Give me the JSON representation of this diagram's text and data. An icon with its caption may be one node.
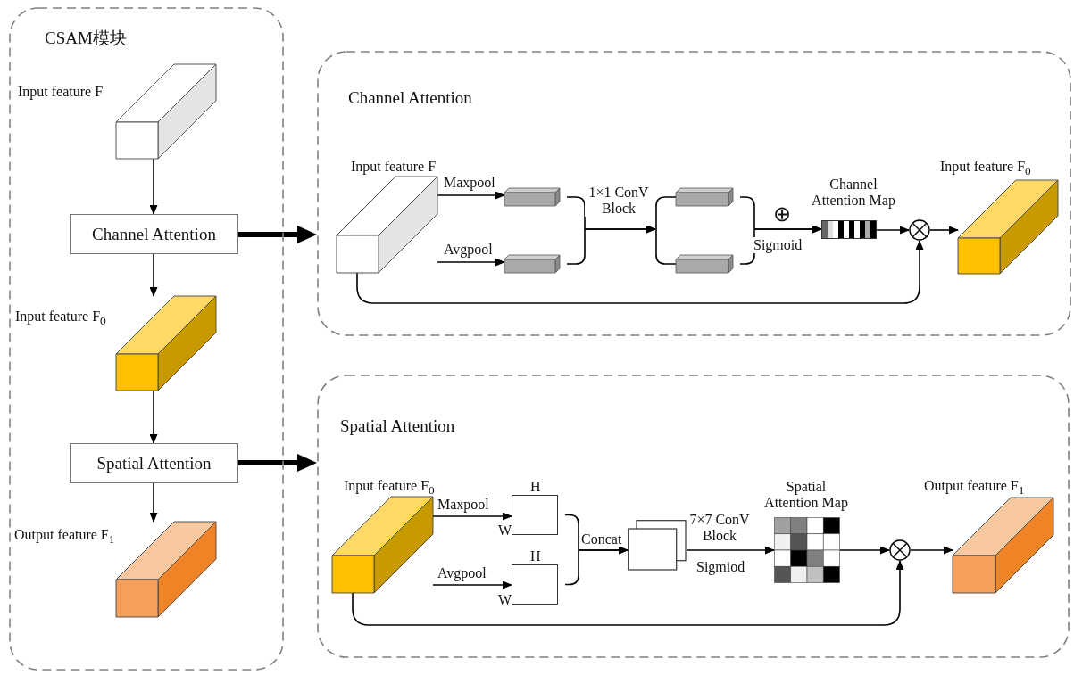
{
  "diagram": {
    "nodes": [
      {
        "text": [
          "CSAM模块"
        ]
      },
      {
        "text": [
          "Input feature F"
        ],
        "in": 0
      },
      {
        "text": [
          "Channel Attention"
        ],
        "in": 0
      },
      {
        "text": [
          "Input feature F$_{0}$"
        ],
        "in": 0
      },
      {
        "text": [
          "Spatial Attention"
        ],
        "in": 0
      },
      {
        "text": [
          "Output feature F$_{1}$"
        ],
        "in": 0
      },
      {
        "text": [
          "Channel Attention"
        ]
      },
      {
        "text": [
          "Input feature F"
        ],
        "in": 6
      },
      {
        "text": [],
        "shape": "bar",
        "in": 6
      },
      {
        "text": [],
        "shape": "bar",
        "in": 6
      },
      {
        "text": [],
        "shape": "bar",
        "in": 6
      },
      {
        "text": [],
        "shape": "bar",
        "in": 6
      },
      {
        "text": [
          "Channel Attention Map"
        ],
        "in": 6
      },
      {
        "text": [],
        "shape": "circle",
        "in": 6
      },
      {
        "text": [
          "Input feature F$_{0}$"
        ],
        "in": 6
      },
      {
        "text": [
          "Spatial Attention"
        ]
      },
      {
        "text": [
          "Input feature F$_{0}$"
        ],
        "in": 15
      },
      {
        "text": [],
        "shape": "box",
        "beside": [
          "H",
          "W"
        ],
        "in": 15
      },
      {
        "text": [],
        "shape": "box",
        "beside": [
          "H",
          "W"
        ],
        "in": 15
      },
      {
        "text": [],
        "shape": "box",
        "in": 15
      },
      {
        "text": [
          "Spatial Attention Map"
        ],
        "in": 15
      },
      {
        "text": [],
        "shape": "circle",
        "in": 15
      },
      {
        "text": [
          "Output feature F$_{1}$"
        ],
        "in": 15
      },
      {
        "text": [],
        "shape": "bracket",
        "in": 6
      }
    ],
    "edges": [
      {
        "from": 1,
        "to": 2,
        "arrow": "to"
      },
      {
        "from": 2,
        "to": 3,
        "arrow": "to"
      },
      {
        "from": 3,
        "to": 4,
        "arrow": "to"
      },
      {
        "from": 4,
        "to": 5,
        "arrow": "to"
      },
      {
        "from": 2,
        "to": 6,
        "arrow": "to",
        "style": "thick"
      },
      {
        "from": 4,
        "to": 15,
        "arrow": "to",
        "style": "thick"
      },
      {
        "from": 7,
        "to": 8,
        "arrow": "to",
        "label": "Maxpool"
      },
      {
        "from": 7,
        "to": 9,
        "arrow": "to",
        "label": "Avgpool"
      },
      {
        "from": 8,
        "to": 23,
        "arrow": "to"
      },
      {
        "from": 9,
        "to": 23,
        "arrow": "to"
      },
      {
        "from": 23,
        "to": 10,
        "arrow": "none"
      },
      {
        "from": 23,
        "to": 11,
        "arrow": "none"
      },
      {
        "from": 10,
        "to": 12,
        "arrow": "to"
      },
      {
        "from": 11,
        "to": 12,
        "arrow": "to"
      },
      {
        "from": 12,
        "to": 13,
        "arrow": "to"
      },
      {
        "from": 13,
        "to": 14,
        "arrow": "to"
      },
      {
        "from": 7,
        "to": 13,
        "arrow": "to"
      },
      {
        "from": 16,
        "to": 17,
        "arrow": "to",
        "label": "Maxpool"
      },
      {
        "from": 16,
        "to": 18,
        "arrow": "to",
        "label": "Avgpool"
      },
      {
        "from": 17,
        "to": 19,
        "arrow": "to"
      },
      {
        "from": 18,
        "to": 19,
        "arrow": "to"
      },
      {
        "from": 19,
        "to": 20,
        "arrow": "to",
        "label": "7×7 ConV Block"
      },
      {
        "from": 20,
        "to": 21,
        "arrow": "to"
      },
      {
        "from": 21,
        "to": 22,
        "arrow": "to"
      },
      {
        "from": 16,
        "to": 21,
        "arrow": "to"
      }
    ],
    "labels": [
      "1×1 ConV Block",
      "⊕",
      "Sigmoid",
      "Concat",
      "Sigmiod"
    ]
  }
}
